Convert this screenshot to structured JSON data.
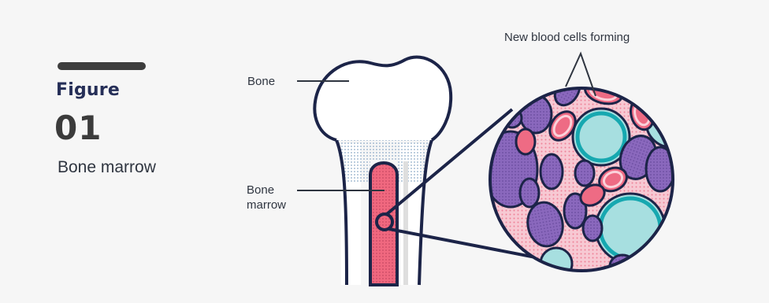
{
  "figure": {
    "label": "Figure",
    "number": "01",
    "caption": "Bone marrow"
  },
  "labels": {
    "bone": "Bone",
    "bone_marrow_line1": "Bone",
    "bone_marrow_line2": "marrow",
    "new_blood_cells": "New blood cells forming"
  },
  "colors": {
    "background": "#f6f6f6",
    "outline": "#1c2448",
    "marrow": "#f0687f",
    "red_cell": "#ee6b84",
    "white_cell": "#8a68bd",
    "stem_cell": "#a7dfe0"
  }
}
